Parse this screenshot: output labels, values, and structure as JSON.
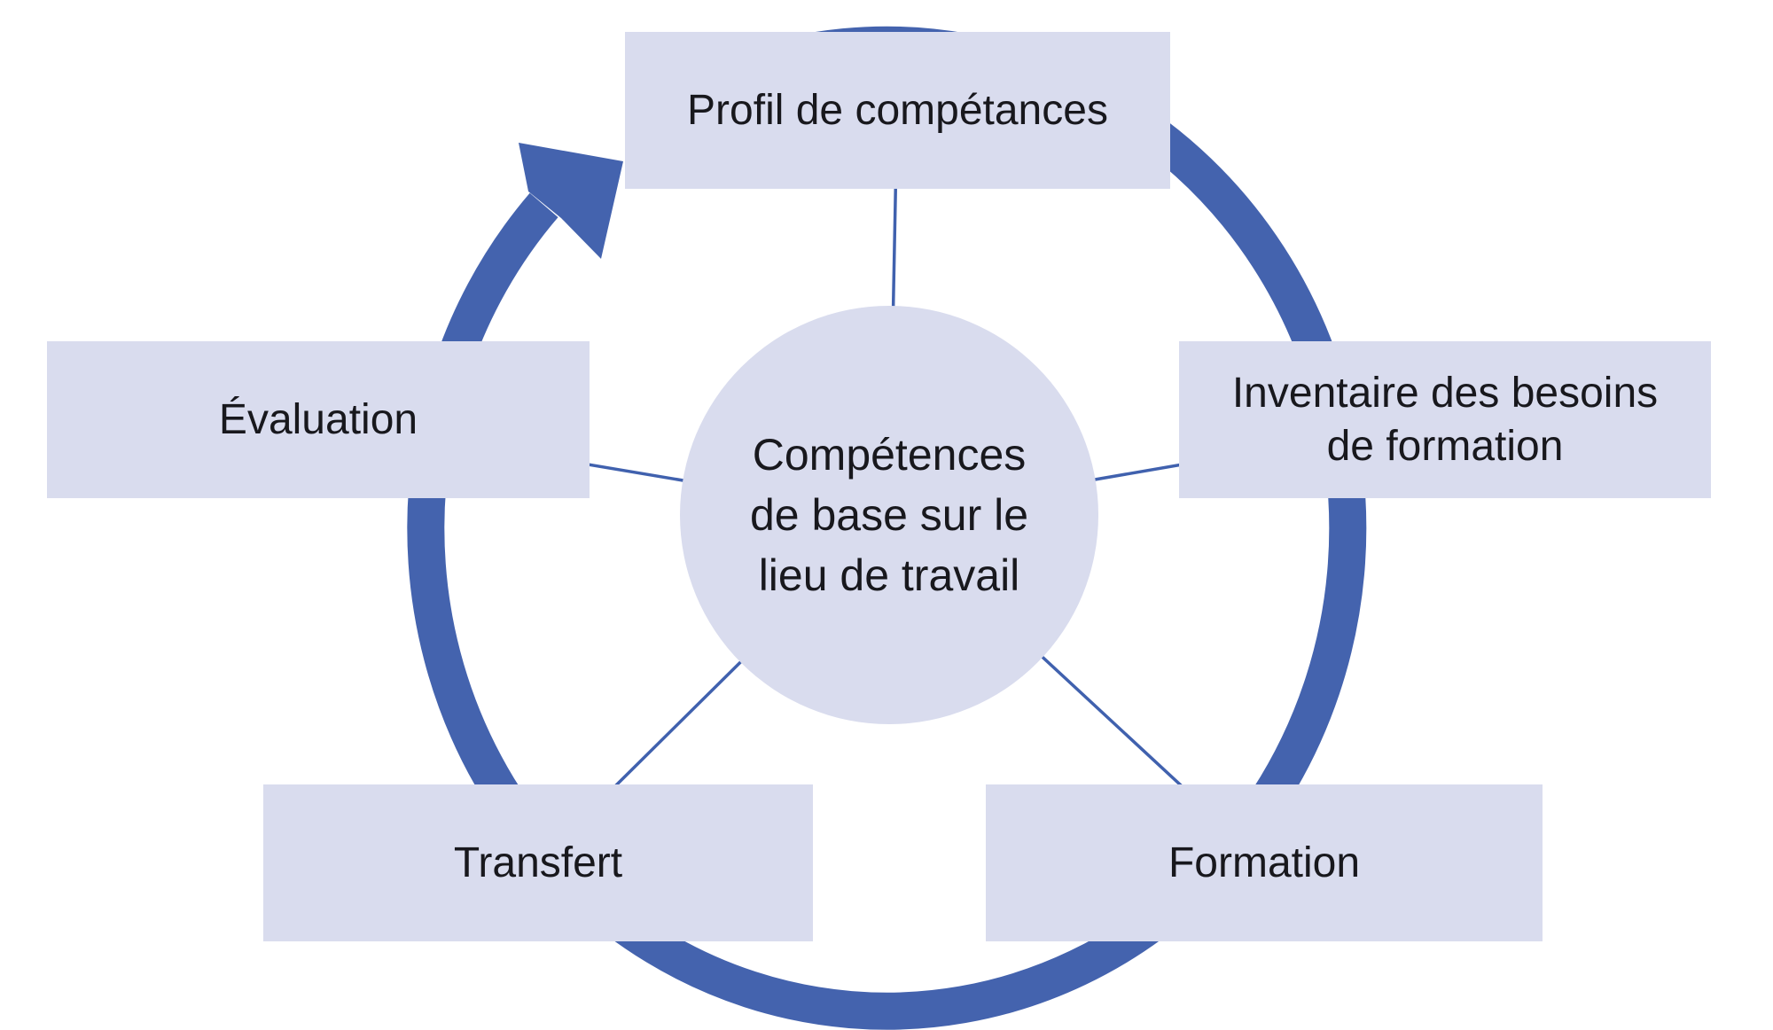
{
  "diagram": {
    "type": "cycle",
    "center_circle": {
      "label": "Compétences de base sur le lieu de travail",
      "lines": [
        "Compétences",
        "de base sur le",
        "lieu de travail"
      ]
    },
    "nodes": {
      "top": {
        "label": "Profil de compétances"
      },
      "right": {
        "lines": [
          "Inventaire des besoins",
          "de formation"
        ]
      },
      "bottom_right": {
        "label": "Formation"
      },
      "bottom_left": {
        "label": "Transfert"
      },
      "left": {
        "label": "Évaluation"
      }
    },
    "flow_direction": "clockwise",
    "colors": {
      "box_fill": "#d9dcee",
      "ring_blue": "#4463ae",
      "spoke_blue": "#4061ae",
      "text": "#18181d",
      "background": "#ffffff"
    }
  }
}
